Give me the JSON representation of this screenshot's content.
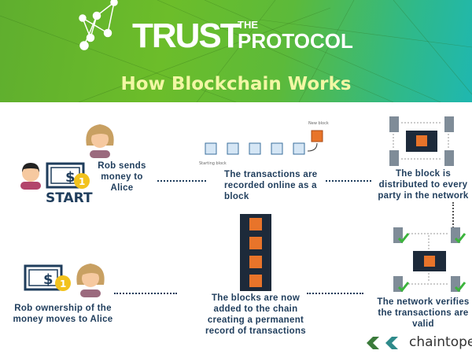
{
  "header": {
    "logo_word": "TRUST",
    "logo_sup": "THE",
    "logo_sub": "PROTOCOL",
    "title": "How Blockchain Works"
  },
  "steps": {
    "start_label": "START",
    "step1": "Rob sends money to Alice",
    "step2": "The transactions are recorded online as a block",
    "step2_new_block": "New block",
    "step2_starting_block": "Starting block",
    "step3": "The block is distributed to every party in the network",
    "step4": "The network verifies the transactions are valid",
    "step5": "The blocks are now added to the chain creating a permanent record of transactions",
    "step6": "Rob ownership of the money moves to Alice"
  },
  "footer": {
    "brand": "chaintope"
  },
  "colors": {
    "text": "#1f3d5c",
    "block": "#e8742a",
    "check": "#3cb43c",
    "title": "#f2f7a4"
  }
}
